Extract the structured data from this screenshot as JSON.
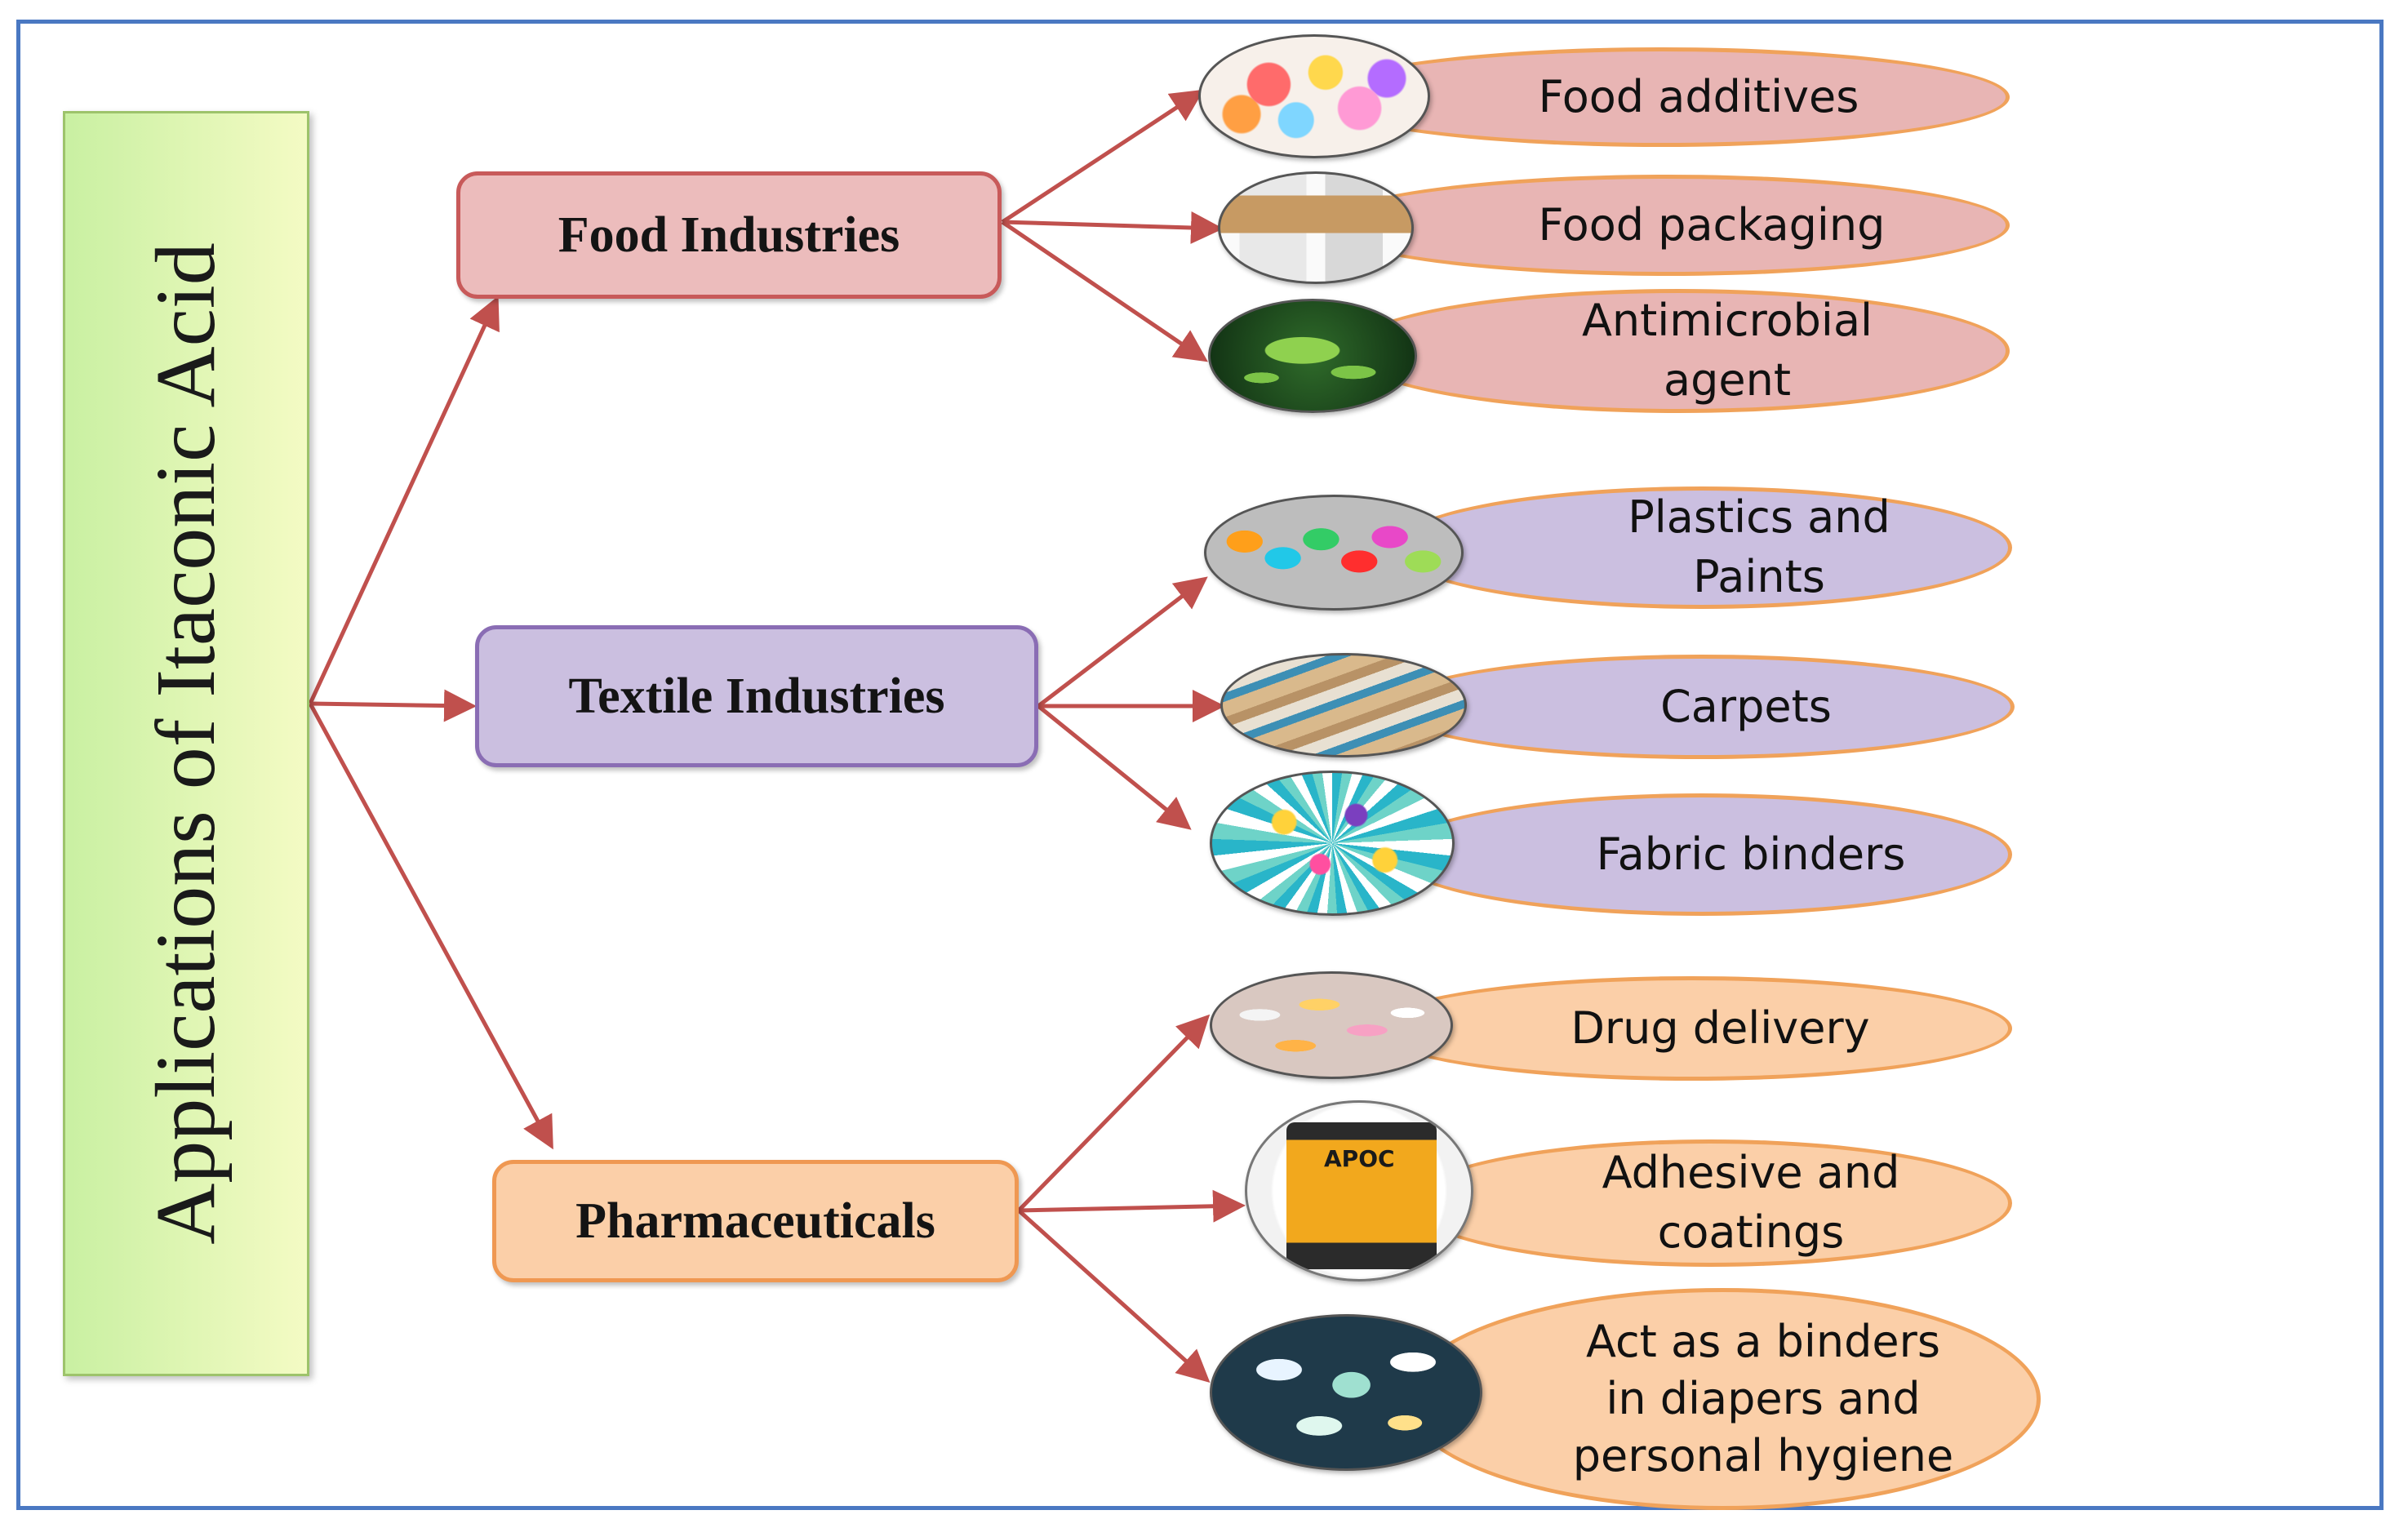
{
  "title": "Applications of Itaconic Acid",
  "colors": {
    "frame": "#4a78c2",
    "arrow": "#c0504d",
    "food": "#ecbcbc",
    "textile": "#cbbfe0",
    "pharma": "#fbcfa8",
    "ellipse_border": "#f0a25a"
  },
  "categories": [
    {
      "label": "Food Industries",
      "applications": [
        {
          "label": "Food additives",
          "icon": "candy-icon"
        },
        {
          "label": "Food packaging",
          "icon": "packaging-icon"
        },
        {
          "label": "Antimicrobial\nagent",
          "icon": "bacteria-icon"
        }
      ]
    },
    {
      "label": "Textile Industries",
      "applications": [
        {
          "label": "Plastics and\nPaints",
          "icon": "paint-cans-icon"
        },
        {
          "label": "Carpets",
          "icon": "carpet-rolls-icon"
        },
        {
          "label": "Fabric binders",
          "icon": "polymer-network-icon"
        }
      ]
    },
    {
      "label": "Pharmaceuticals",
      "applications": [
        {
          "label": "Drug delivery",
          "icon": "pills-icon"
        },
        {
          "label": "Adhesive and\ncoatings",
          "icon": "adhesive-bucket-icon"
        },
        {
          "label": "Act as a binders\nin diapers and\npersonal hygiene",
          "icon": "hygiene-products-icon"
        }
      ]
    }
  ],
  "bucket_brand": "APOC"
}
